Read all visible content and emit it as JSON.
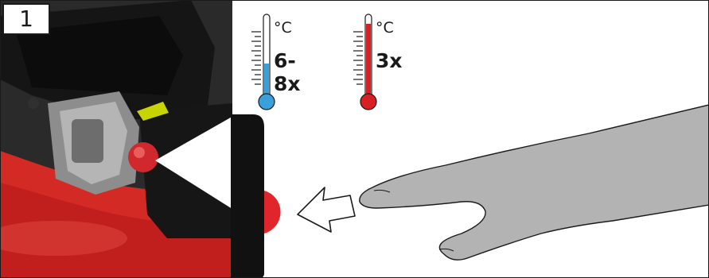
{
  "step_number": "1",
  "thermometers": [
    {
      "unit": "°C",
      "count": "6-8x",
      "state": "cold",
      "color": "#3aa0dc"
    },
    {
      "unit": "°C",
      "count": "3x",
      "state": "warm",
      "color": "#d91f26"
    }
  ],
  "colors": {
    "mower_deck": "#d42a26",
    "primer_button": "#e0252b",
    "hand": "#b3b3b3",
    "housing": "#111111"
  },
  "icons": [
    "primer-bulb-icon",
    "press-arrow-icon",
    "finger-hand-icon",
    "cold-thermometer-icon",
    "warm-thermometer-icon"
  ]
}
